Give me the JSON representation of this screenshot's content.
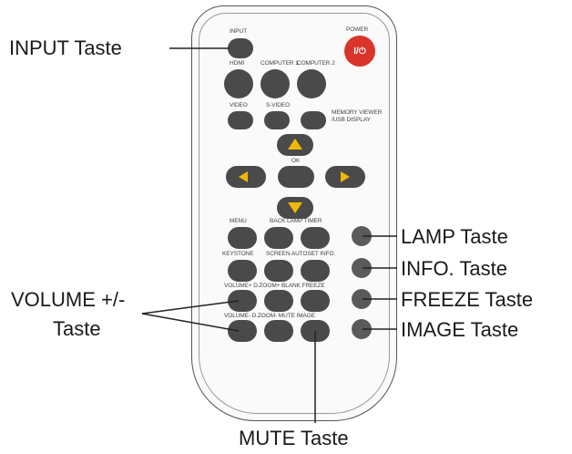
{
  "callouts": {
    "input": "INPUT Taste",
    "lamp": "LAMP Taste",
    "info": "INFO. Taste",
    "freeze": "FREEZE Taste",
    "image": "IMAGE Taste",
    "volume_line1": "VOLUME +/-",
    "volume_line2": "Taste",
    "mute": "MUTE Taste"
  },
  "remote_labels": {
    "input": "INPUT",
    "power": "POWER",
    "power_symbol": "I/⏻",
    "hdmi": "HDMI",
    "computer1": "COMPUTER 1",
    "computer2": "COMPUTER 2",
    "video": "VIDEO",
    "svideo": "S-VIDEO",
    "memory_viewer": "MEMORY VIEWER",
    "usb_display": "/USB DISPLAY",
    "ok": "OK",
    "menu": "MENU",
    "back_lamp_timer": "BACK LAMP TIMER",
    "keystone": "KEYSTONE",
    "screen_autoset_info": "SCREEN AUTOSET INFO.",
    "volume_plus_row": "VOLUME+ D.ZOOM+ BLANK FREEZE",
    "volume_minus_row": "VOLUME- D.ZOOM- MUTE IMAGE"
  },
  "colors": {
    "button": "#4a4a4a",
    "power": "#d9342b",
    "nav": "#f2b705"
  }
}
